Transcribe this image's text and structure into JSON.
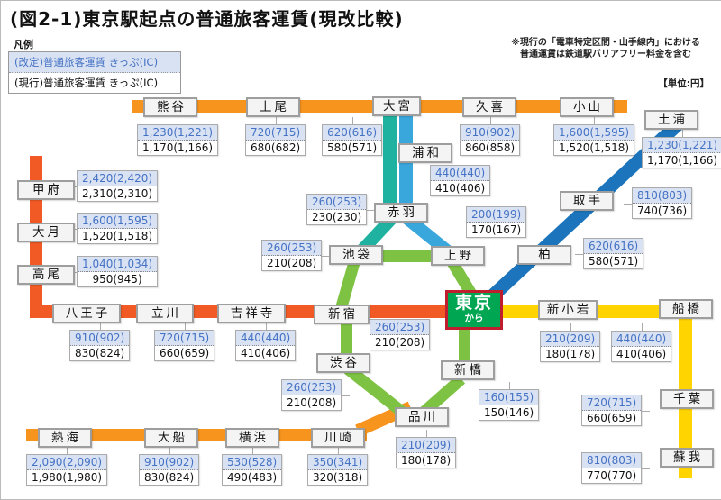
{
  "title": "(図2-1)東京駅起点の普通旅客運賃(現改比較)",
  "legend": {
    "heading": "凡例",
    "revised_label": "(改定)普通旅客運賃 きっぷ(IC)",
    "current_label": "(現行)普通旅客運賃 きっぷ(IC)"
  },
  "note_line1": "※現行の「電車特定区間・山手線内」における",
  "note_line2": "普通運賃は鉄道駅バリアフリー料金を含む",
  "unit": "【単位:円】",
  "origin": {
    "name": "東京",
    "suffix": "から"
  },
  "colors": {
    "takasaki_utsunomiya_line": "#F7941D",
    "chuo_line": "#F15A24",
    "tokaido_line": "#F7941D",
    "sobu_line": "#FFD400",
    "joban_line": "#1C75BC",
    "keihin_tohoku_line": "#3AA7DC",
    "shonan_shinjuku_line": "#1FB2A0",
    "yamanote_line": "#7DC243",
    "origin_box_fill": "#00A651",
    "origin_box_border": "#BE1E2D",
    "revised_fare_bg": "#D9E2F3",
    "revised_fare_text": "#4472C4"
  },
  "stations": {
    "kumagaya": {
      "name": "熊谷",
      "revised": "1,230(1,221)",
      "current": "1,170(1,166)"
    },
    "ageo": {
      "name": "上尾",
      "revised": "720(715)",
      "current": "680(682)"
    },
    "omiya": {
      "name": "大宮",
      "revised": "620(616)",
      "current": "580(571)"
    },
    "kuki": {
      "name": "久喜",
      "revised": "910(902)",
      "current": "860(858)"
    },
    "oyama": {
      "name": "小山",
      "revised": "1,600(1,595)",
      "current": "1,520(1,518)"
    },
    "tsuchiura": {
      "name": "土浦",
      "revised": "1,230(1,221)",
      "current": "1,170(1,166)"
    },
    "kofu": {
      "name": "甲府",
      "revised": "2,420(2,420)",
      "current": "2,310(2,310)"
    },
    "otsuki": {
      "name": "大月",
      "revised": "1,600(1,595)",
      "current": "1,520(1,518)"
    },
    "takao": {
      "name": "高尾",
      "revised": "1,040(1,034)",
      "current": "950(945)"
    },
    "urawa": {
      "name": "浦和",
      "revised": "440(440)",
      "current": "410(406)"
    },
    "akabane": {
      "name": "赤羽",
      "revised": "260(253)",
      "current": "230(230)"
    },
    "ikebukuro": {
      "name": "池袋",
      "revised": "260(253)",
      "current": "210(208)"
    },
    "ueno": {
      "name": "上野",
      "revised": "200(199)",
      "current": "170(167)"
    },
    "toride": {
      "name": "取手",
      "revised": "810(803)",
      "current": "740(736)"
    },
    "kashiwa": {
      "name": "柏",
      "revised": "620(616)",
      "current": "580(571)"
    },
    "hachioji": {
      "name": "八王子",
      "revised": "910(902)",
      "current": "830(824)"
    },
    "tachikawa": {
      "name": "立川",
      "revised": "720(715)",
      "current": "660(659)"
    },
    "kichijoji": {
      "name": "吉祥寺",
      "revised": "440(440)",
      "current": "410(406)"
    },
    "shinjuku": {
      "name": "新宿",
      "revised": "260(253)",
      "current": "210(208)"
    },
    "shibuya": {
      "name": "渋谷",
      "revised": "260(253)",
      "current": "210(208)"
    },
    "shimbashi": {
      "name": "新橋",
      "revised": "160(155)",
      "current": "150(146)"
    },
    "shinagawa": {
      "name": "品川",
      "revised": "210(209)",
      "current": "180(178)"
    },
    "shinkoiwa": {
      "name": "新小岩",
      "revised": "210(209)",
      "current": "180(178)"
    },
    "funabashi": {
      "name": "船橋",
      "revised": "440(440)",
      "current": "410(406)"
    },
    "chiba": {
      "name": "千葉",
      "revised": "720(715)",
      "current": "660(659)"
    },
    "soga": {
      "name": "蘇我",
      "revised": "810(803)",
      "current": "770(770)"
    },
    "atami": {
      "name": "熱海",
      "revised": "2,090(2,090)",
      "current": "1,980(1,980)"
    },
    "ofuna": {
      "name": "大船",
      "revised": "910(902)",
      "current": "830(824)"
    },
    "yokohama": {
      "name": "横浜",
      "revised": "530(528)",
      "current": "490(483)"
    },
    "kawasaki": {
      "name": "川崎",
      "revised": "350(341)",
      "current": "320(318)"
    }
  }
}
